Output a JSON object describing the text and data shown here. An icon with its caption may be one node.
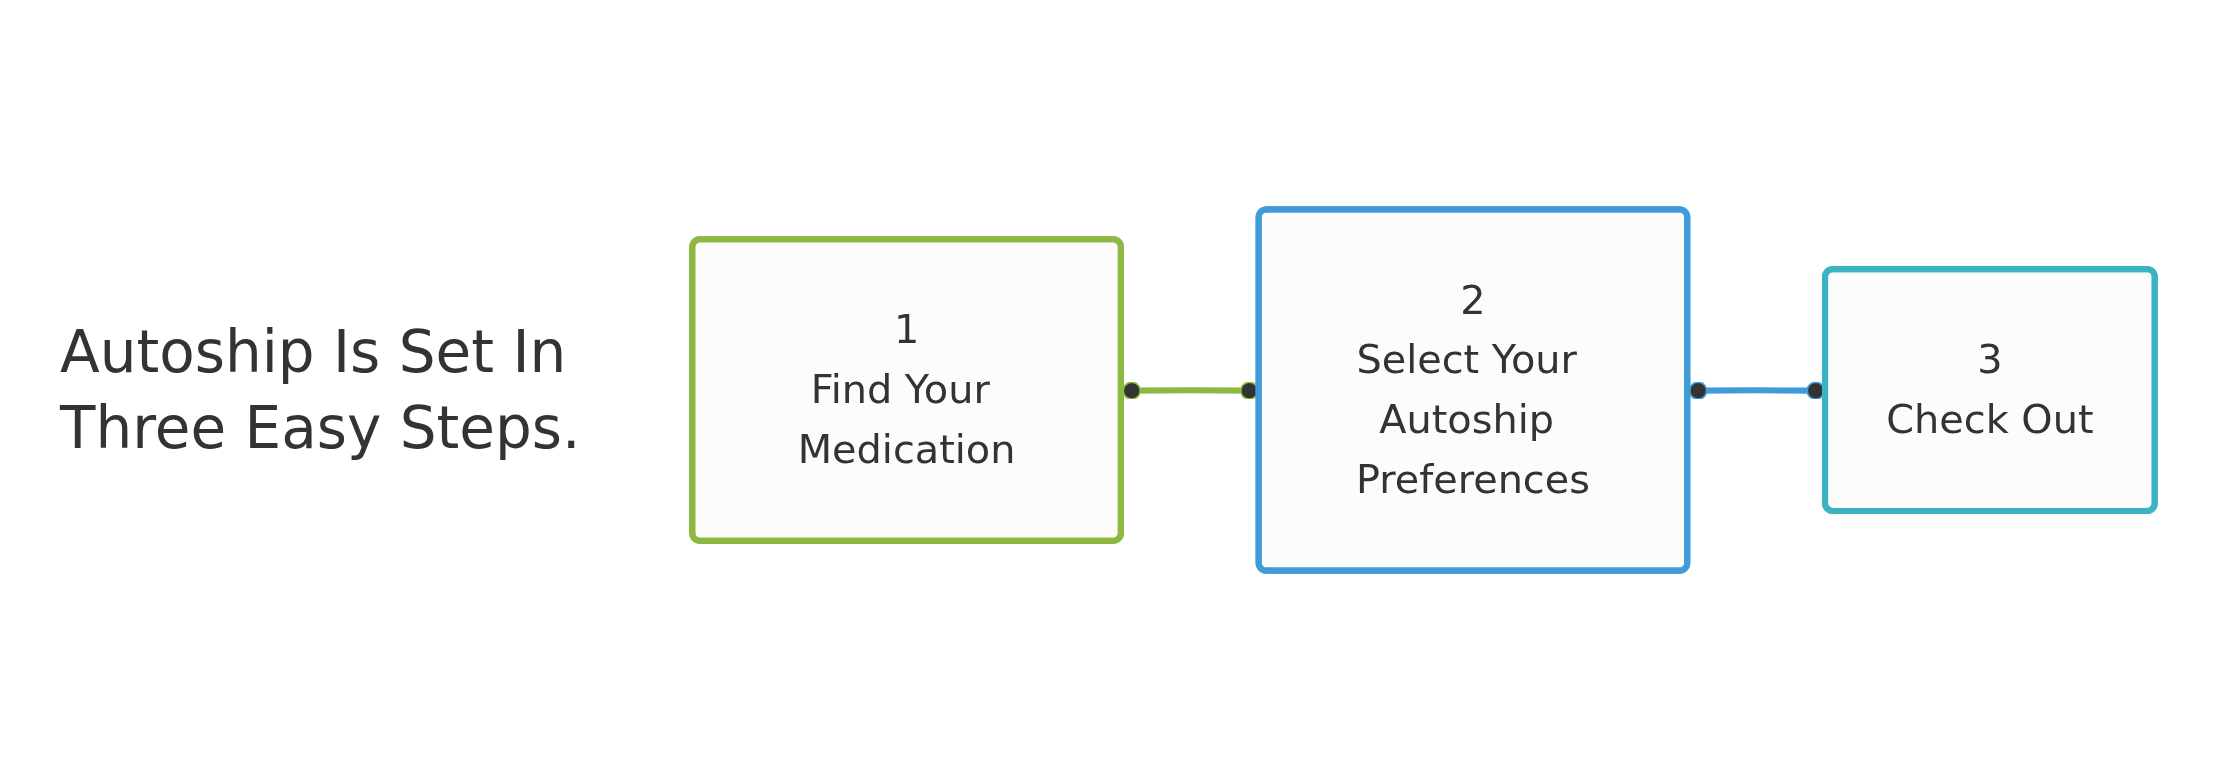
{
  "diagram": {
    "title": "Autoship Is Set In Three Easy Steps.",
    "nodes": [
      {
        "text": [
          "1",
          "Find Your Medication"
        ]
      },
      {
        "text": [
          "2",
          "Select Your Autoship Preferences"
        ]
      },
      {
        "text": [
          "3",
          "Check Out"
        ]
      }
    ],
    "edges": [
      {
        "from": 0,
        "to": 1,
        "arrow": "other",
        "color": "#8db842"
      },
      {
        "from": 1,
        "to": 2,
        "arrow": "other",
        "color": "#3f9cd9"
      }
    ]
  }
}
